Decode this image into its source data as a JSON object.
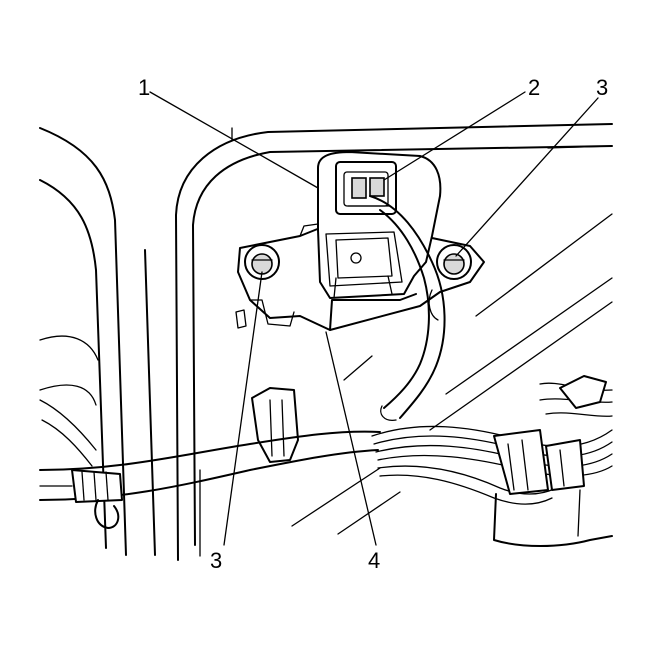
{
  "callouts": [
    {
      "id": "1",
      "label": "1"
    },
    {
      "id": "2",
      "label": "2"
    },
    {
      "id": "3a",
      "label": "3"
    },
    {
      "id": "3b",
      "label": "3"
    },
    {
      "id": "4",
      "label": "4"
    }
  ]
}
